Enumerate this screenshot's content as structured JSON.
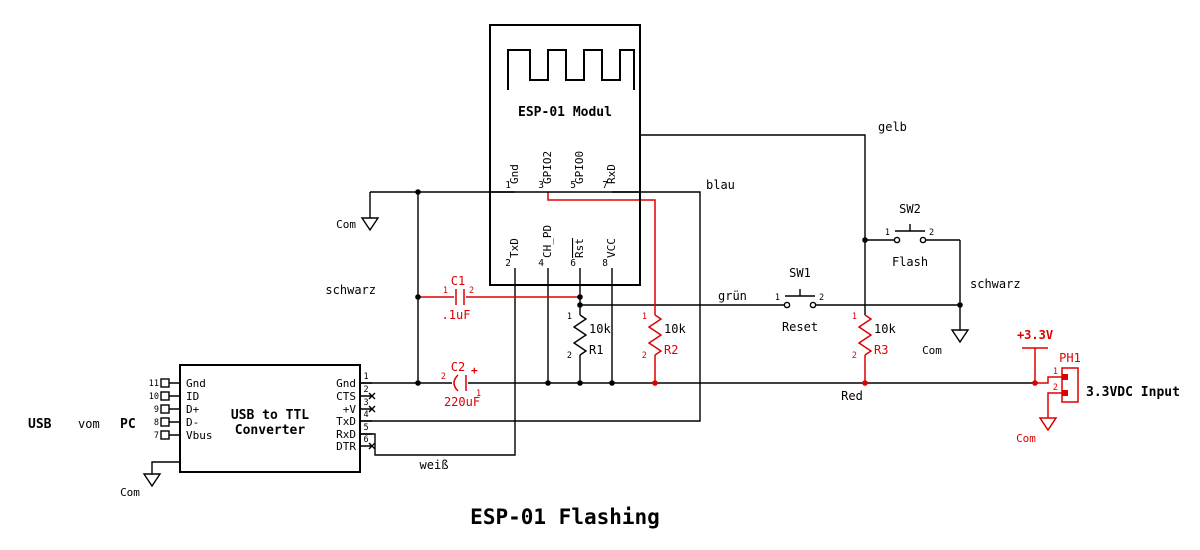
{
  "title": "ESP-01 Flashing",
  "esp": {
    "label": "ESP-01 Modul",
    "pins_top": [
      {
        "num": "1",
        "name": "Gnd"
      },
      {
        "num": "3",
        "name": "GPIO2"
      },
      {
        "num": "5",
        "name": "GPIO0"
      },
      {
        "num": "7",
        "name": "RxD"
      }
    ],
    "pins_bottom": [
      {
        "num": "2",
        "name": "TxD"
      },
      {
        "num": "4",
        "name": "CH_PD"
      },
      {
        "num": "6",
        "name": "Rst"
      },
      {
        "num": "8",
        "name": "VCC"
      }
    ]
  },
  "converter": {
    "name_line1": "USB to TTL",
    "name_line2": "Converter",
    "left_pins": [
      {
        "num": "11",
        "name": "Gnd"
      },
      {
        "num": "10",
        "name": "ID"
      },
      {
        "num": "9",
        "name": "D+"
      },
      {
        "num": "8",
        "name": "D-"
      },
      {
        "num": "7",
        "name": "Vbus"
      }
    ],
    "right_pins": [
      {
        "num": "1",
        "name": "Gnd",
        "nc": false
      },
      {
        "num": "2",
        "name": "CTS",
        "nc": true
      },
      {
        "num": "3",
        "name": "+V",
        "nc": true
      },
      {
        "num": "4",
        "name": "TxD",
        "nc": false
      },
      {
        "num": "5",
        "name": "RxD",
        "nc": false
      },
      {
        "num": "6",
        "name": "DTR",
        "nc": true
      }
    ]
  },
  "components": {
    "c1": {
      "ref": "C1",
      "value": ".1uF",
      "pin1": "1",
      "pin2": "2"
    },
    "c2": {
      "ref": "C2",
      "value": "220uF",
      "pin1": "1",
      "pin2": "2",
      "plus": "+"
    },
    "r1": {
      "ref": "R1",
      "value": "10k",
      "pin1": "1",
      "pin2": "2"
    },
    "r2": {
      "ref": "R2",
      "value": "10k",
      "pin1": "1",
      "pin2": "2"
    },
    "r3": {
      "ref": "R3",
      "value": "10k",
      "pin1": "1",
      "pin2": "2"
    },
    "sw1": {
      "ref": "SW1",
      "value": "Reset",
      "pin1": "1",
      "pin2": "2"
    },
    "sw2": {
      "ref": "SW2",
      "value": "Flash",
      "pin1": "1",
      "pin2": "2"
    },
    "ph1": {
      "ref": "PH1",
      "desc": "3.3VDC Input",
      "pin1": "1",
      "pin2": "2"
    }
  },
  "power": {
    "v33": "+3.3V",
    "gnd": "Com"
  },
  "wire_labels": {
    "schwarz_top": "schwarz",
    "blau": "blau",
    "gruen": "grün",
    "gelb": "gelb",
    "weiss": "weiß",
    "rot": "Red",
    "schwarz_right": "schwarz"
  },
  "usb": {
    "usb": "USB",
    "vom": "vom",
    "pc": "PC"
  },
  "colors": {
    "wire": "#000000",
    "highlight": "#dd0000"
  }
}
